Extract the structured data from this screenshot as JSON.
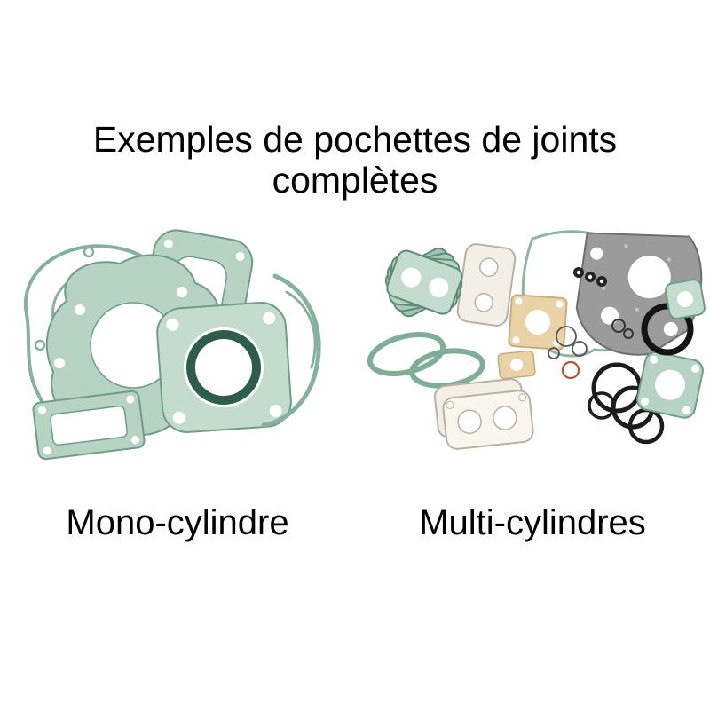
{
  "title": "Exemples de pochettes de joints complètes",
  "figures": {
    "mono": {
      "label": "Mono-cylindre"
    },
    "multi": {
      "label": "Multi-cylindres"
    }
  },
  "colors": {
    "background": "#ffffff",
    "text": "#000000",
    "gasket_green_fill": "#b7d3c3",
    "gasket_green_light": "#c3dccd",
    "gasket_green_stroke": "#6f9e88",
    "gasket_outline_teal": "#85b29c",
    "gasket_grey": "#9b9b9b",
    "gasket_grey_stroke": "#6e6e6e",
    "gasket_tan": "#e8d2a6",
    "gasket_tan_stroke": "#c9ae7d",
    "gasket_cream": "#f4efe6",
    "gasket_cream_stroke": "#b9b2a4",
    "oring_black": "#1c1c1c",
    "oring_orange": "#b9512e",
    "head_ring_dark": "#2f5d4c"
  }
}
